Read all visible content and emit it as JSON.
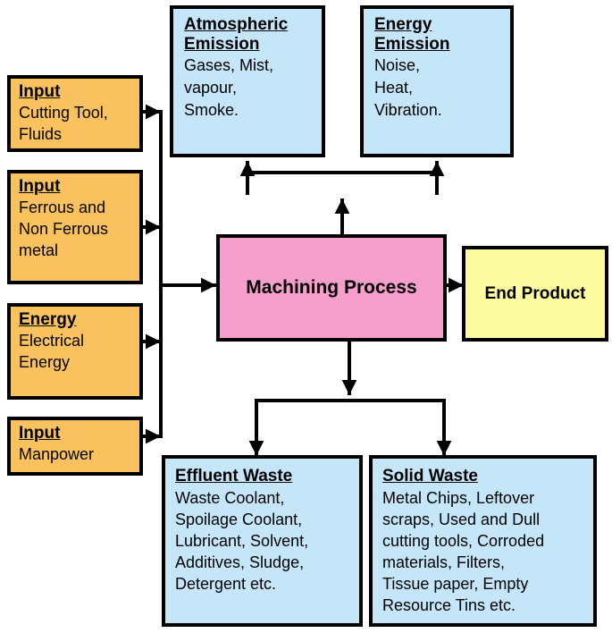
{
  "colors": {
    "input": "#f9c25f",
    "emission": "#c5e6f8",
    "process": "#f69fcd",
    "product": "#fdfba0",
    "border": "#000000"
  },
  "inputs": [
    {
      "title": "Input",
      "lines": [
        "Cutting Tool,",
        "Fluids"
      ]
    },
    {
      "title": "Input",
      "lines": [
        "Ferrous and",
        "Non Ferrous",
        "metal"
      ]
    },
    {
      "title": "Energy",
      "lines": [
        "Electrical",
        "Energy"
      ]
    },
    {
      "title": "Input",
      "lines": [
        "Manpower"
      ]
    }
  ],
  "emissions": [
    {
      "title_lines": [
        "Atmospheric",
        "Emission"
      ],
      "lines": [
        "Gases, Mist,",
        "vapour,",
        "Smoke."
      ]
    },
    {
      "title_lines": [
        "Energy",
        "Emission"
      ],
      "lines": [
        "Noise,",
        "Heat,",
        "Vibration."
      ]
    }
  ],
  "process": {
    "label": "Machining Process"
  },
  "product": {
    "label": "End Product"
  },
  "wastes": [
    {
      "title": "Effluent Waste",
      "lines": [
        "Waste Coolant,",
        "Spoilage Coolant,",
        "Lubricant, Solvent,",
        "Additives, Sludge,",
        "Detergent etc."
      ]
    },
    {
      "title": "Solid Waste",
      "lines": [
        "Metal Chips, Leftover",
        "scraps, Used and Dull",
        "cutting tools, Corroded",
        "materials, Filters,",
        "Tissue paper, Empty",
        "Resource Tins etc."
      ]
    }
  ]
}
